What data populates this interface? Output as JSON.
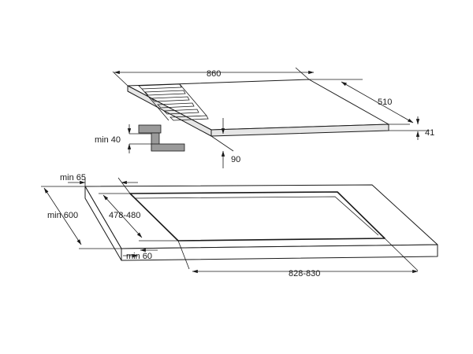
{
  "dimensions": {
    "hob_width": "860",
    "hob_depth": "510",
    "hob_height": "41",
    "min_clearance_below": "min 40",
    "drop_height": "90",
    "min_back_distance": "min 65",
    "min_worktop_depth": "min 600",
    "cutout_depth": "478-480",
    "min_front_distance": "min 60",
    "cutout_width": "828-830"
  }
}
